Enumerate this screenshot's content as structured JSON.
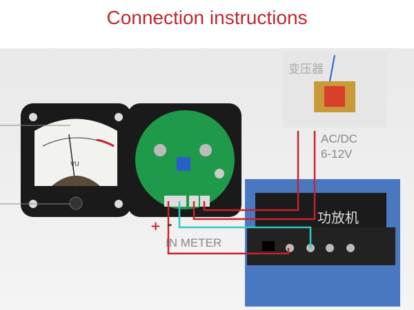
{
  "title": "Connection instructions",
  "labels": {
    "transformer": "变压器",
    "power_line1": "AC/DC",
    "power_line2": "6-12V",
    "amplifier": "功放机",
    "in_meter": "IN METER",
    "plus": "+",
    "minus": "-",
    "meter_unit": "VU"
  },
  "colors": {
    "title": "#c0262c",
    "wire_red": "#c8222c",
    "wire_cyan": "#2ec8c8",
    "pcb": "#1f9a4a"
  }
}
